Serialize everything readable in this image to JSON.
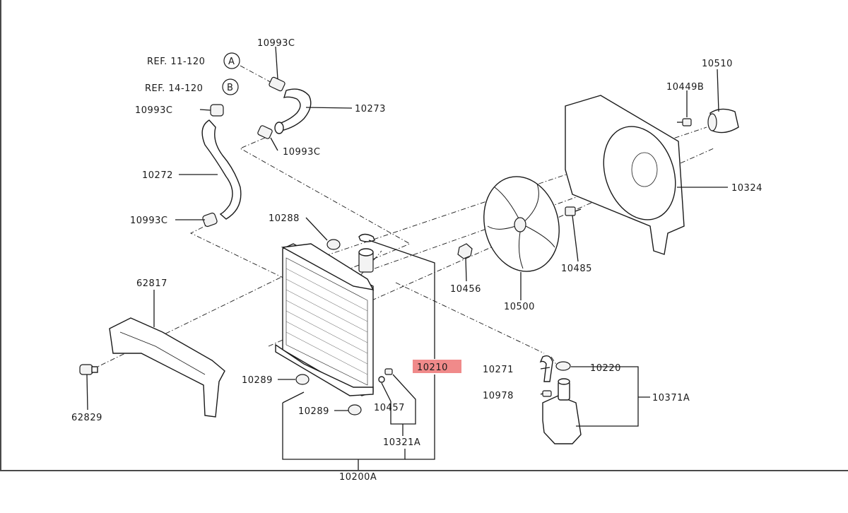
{
  "colors": {
    "highlight": "#f08a8a",
    "ink": "#1a1a1a",
    "frame_border": "#4a4a4a"
  },
  "refs": {
    "a": {
      "text": "REF. 11-120",
      "badge": "A"
    },
    "b": {
      "text": "REF. 14-120",
      "badge": "B"
    }
  },
  "parts": {
    "p10993c_a": "10993C",
    "p10993c_b": "10993C",
    "p10993c_c": "10993C",
    "p10993c_d": "10993C",
    "p10273": "10273",
    "p10272": "10272",
    "p10288": "10288",
    "p10510": "10510",
    "p10449b": "10449B",
    "p10324": "10324",
    "p10485": "10485",
    "p10456": "10456",
    "p10500": "10500",
    "p62817": "62817",
    "p62829": "62829",
    "p10289_a": "10289",
    "p10289_b": "10289",
    "p10457": "10457",
    "p10321a": "10321A",
    "p10200a": "10200A",
    "p10210": "10210",
    "p10271": "10271",
    "p10220": "10220",
    "p10978": "10978",
    "p10371a": "10371A"
  }
}
